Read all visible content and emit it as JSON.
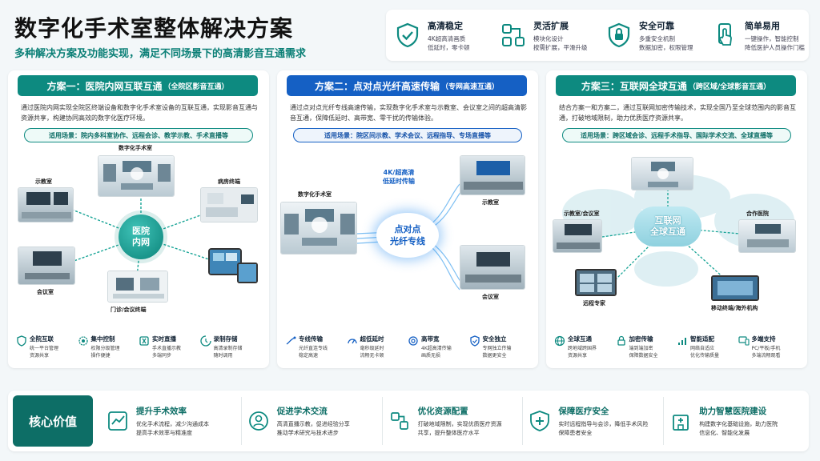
{
  "title": "数字化手术室整体解决方案",
  "subtitle": "多种解决方案及功能实现，满足不同场景下的高清影音互通需求",
  "features": [
    {
      "name": "高清稳定",
      "line1": "4K超高清画质",
      "line2": "低延时，零卡顿",
      "icon": "shield-check-icon"
    },
    {
      "name": "灵活扩展",
      "line1": "模块化设计",
      "line2": "按需扩展，平滑升级",
      "icon": "modules-icon"
    },
    {
      "name": "安全可靠",
      "line1": "多重安全机制",
      "line2": "数据加密，权限管理",
      "icon": "lock-shield-icon"
    },
    {
      "name": "简单易用",
      "line1": "一键操作，智能控制",
      "line2": "降低医护人员操作门槛",
      "icon": "touch-phone-icon"
    }
  ],
  "panels": [
    {
      "heading": "方案一：医院内网互联互通",
      "heading_sub": "（全院区影音互通）",
      "desc": "通过医院内网实现全院区终端设备和数字化手术室设备的互联互通，实现影音互通与资源共享，构建协同高效的数字化医疗环境。",
      "scene": "适用场景：院内多科室协作、远程会诊、教学示教、手术直播等",
      "hub": [
        "医院",
        "内网"
      ],
      "rooms": {
        "top": "数字化手术室",
        "left_top": "示教室",
        "right_top": "病房终端",
        "left_bottom": "会议室",
        "bottom": "门诊/会议终端"
      },
      "items": [
        {
          "name": "全院互联",
          "line1": "统一平台管理",
          "line2": "资源共享"
        },
        {
          "name": "集中控制",
          "line1": "权限分级管理",
          "line2": "操作便捷"
        },
        {
          "name": "实时直播",
          "line1": "手术直播示教",
          "line2": "多端同步"
        },
        {
          "name": "录制存储",
          "line1": "高清录制存储",
          "line2": "随时调用"
        }
      ]
    },
    {
      "heading": "方案二：点对点光纤高速传输",
      "heading_sub": "（专网高速互通）",
      "desc": "通过点对点光纤专线高速传输，实现数字化手术室与示教室、会议室之间的超高清影音互通，保障低延时、高带宽、零干扰的传输体验。",
      "scene": "适用场景：院区间示教、学术会议、远程指导、专场直播等",
      "hub": [
        "点对点",
        "光纤专线"
      ],
      "speed": [
        "4K/超高清",
        "低延时传输"
      ],
      "rooms": {
        "left": "数字化手术室",
        "right_top": "示教室",
        "right_bottom": "会议室"
      },
      "items": [
        {
          "name": "专线传输",
          "line1": "光纤直连专线",
          "line2": "稳定高速"
        },
        {
          "name": "超低延时",
          "line1": "毫秒级延时",
          "line2": "流畅无卡顿"
        },
        {
          "name": "高带宽",
          "line1": "4K超高清传输",
          "line2": "画质无损"
        },
        {
          "name": "安全独立",
          "line1": "专网独立传输",
          "line2": "数据更安全"
        }
      ]
    },
    {
      "heading": "方案三：互联网全球互通",
      "heading_sub": "（跨区域/全球影音互通）",
      "desc": "结合方案一和方案二，通过互联网加密传输技术，实现全国乃至全球范围内的影音互通，打破地域限制，助力优质医疗资源共享。",
      "scene": "适用场景：跨区域会诊、远程手术指导、国际学术交流、全球直播等",
      "hub": [
        "互联网",
        "全球互通"
      ],
      "rooms": {
        "left": "示教室/会议室",
        "right": "合作医院",
        "left_bottom": "远程专家",
        "right_bottom": "移动终端/海外机构"
      },
      "items": [
        {
          "name": "全球互通",
          "line1": "跨地域跨国界",
          "line2": "资源共享"
        },
        {
          "name": "加密传输",
          "line1": "端到端加密",
          "line2": "保障数据安全"
        },
        {
          "name": "智能适配",
          "line1": "网络自适应",
          "line2": "优化传输质量"
        },
        {
          "name": "多端支持",
          "line1": "PC/平板/手机",
          "line2": "多端流畅观看"
        }
      ]
    }
  ],
  "core": {
    "label": "核心价值",
    "items": [
      {
        "name": "提升手术效率",
        "line1": "优化手术流程，减少沟通成本",
        "line2": "提高手术效率与精准度",
        "icon": "efficiency-icon"
      },
      {
        "name": "促进学术交流",
        "line1": "高清直播示教，促进经验分享",
        "line2": "推动学术研究与技术进步",
        "icon": "academic-icon"
      },
      {
        "name": "优化资源配置",
        "line1": "打破地域限制，实现优质医疗资源",
        "line2": "共享，提升整体医疗水平",
        "icon": "resources-icon"
      },
      {
        "name": "保障医疗安全",
        "line1": "实时远程指导与会诊，降低手术风险",
        "line2": "保障患者安全",
        "icon": "medical-safety-icon"
      },
      {
        "name": "助力智慧医院建设",
        "line1": "构建数字化基础设施，助力医院",
        "line2": "信息化、智能化发展",
        "icon": "smart-hospital-icon"
      }
    ]
  }
}
